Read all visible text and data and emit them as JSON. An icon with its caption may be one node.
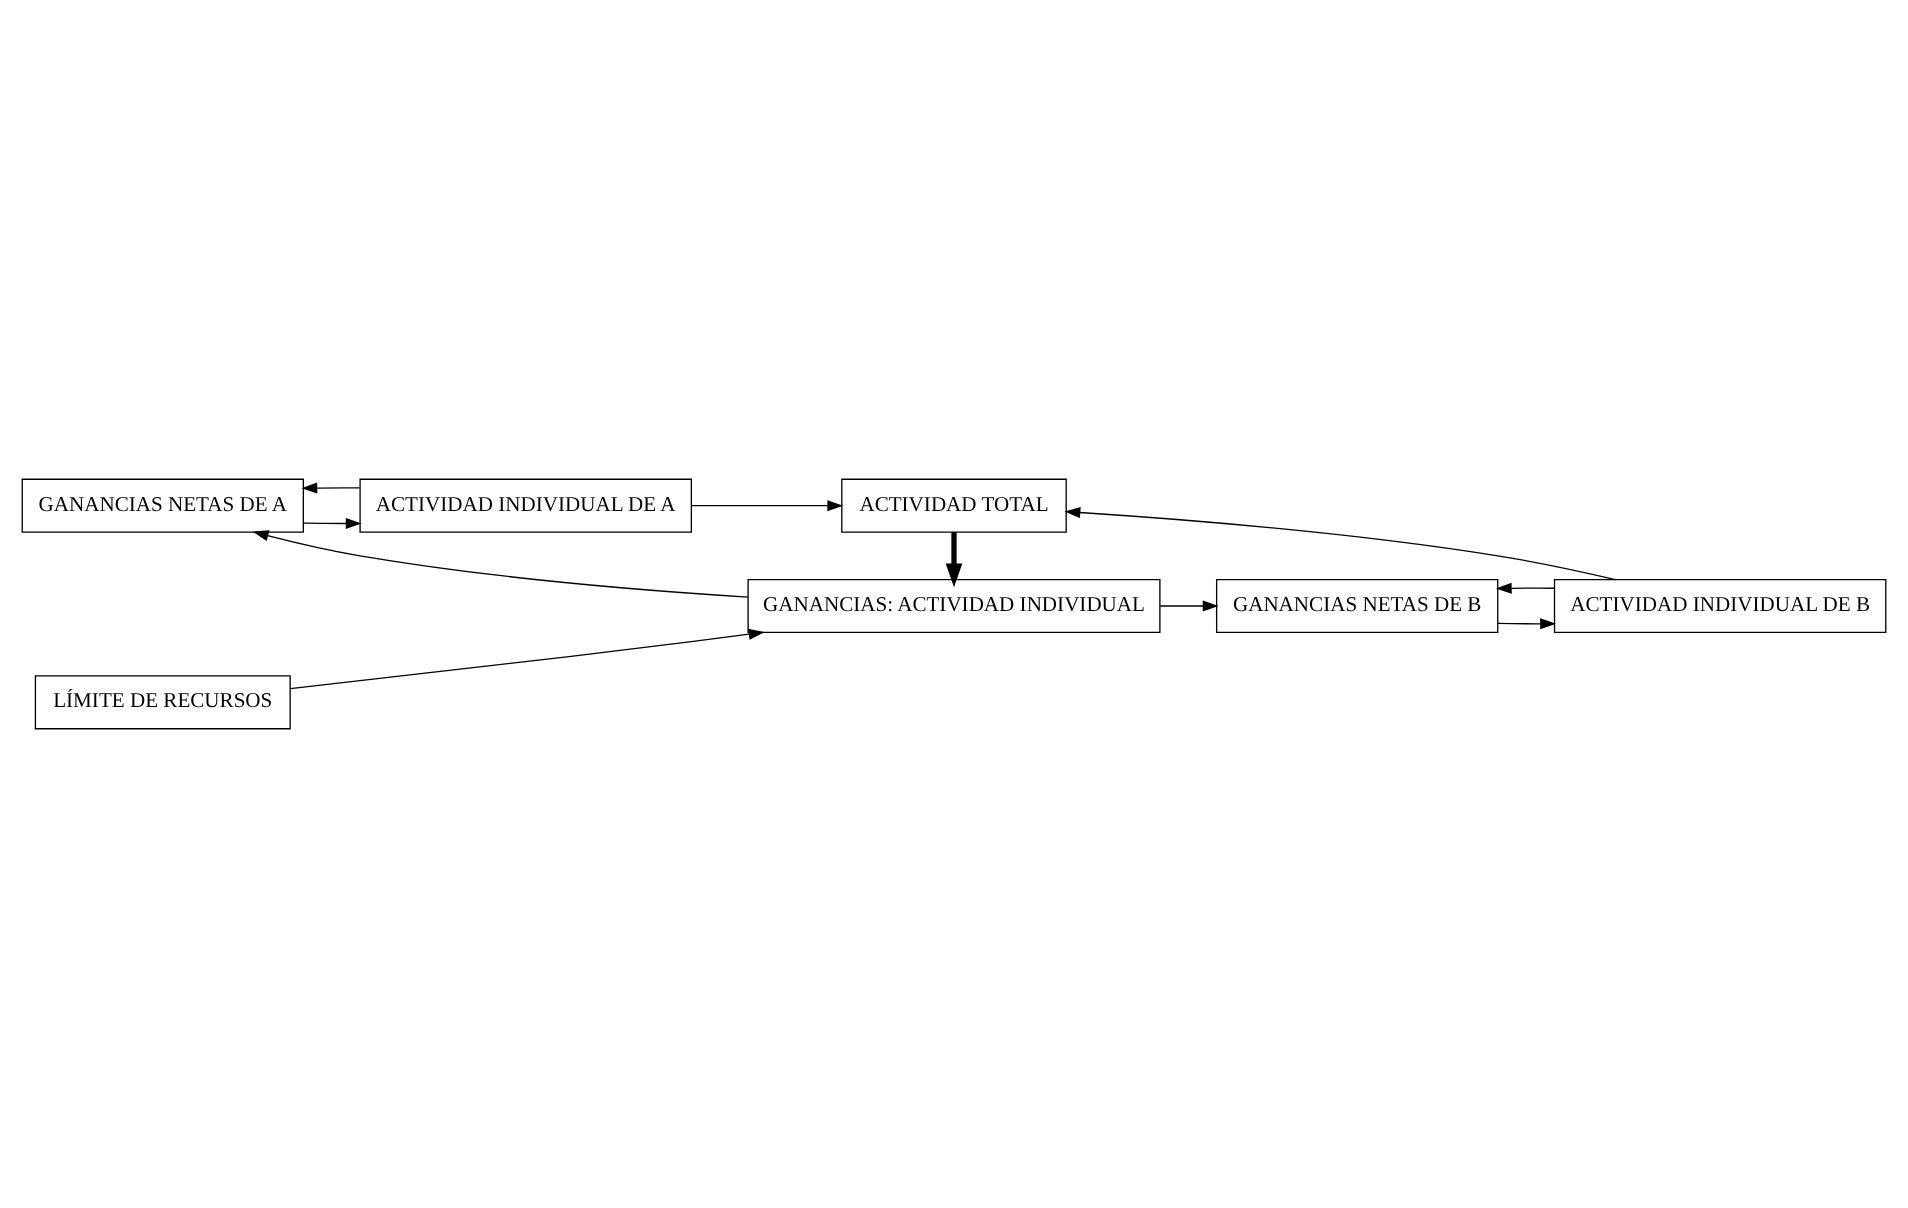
{
  "diagram": {
    "nodes": [
      {
        "text": [
          "GANANCIAS NETAS DE A"
        ]
      },
      {
        "text": [
          "LÍMITE DE RECURSOS"
        ]
      },
      {
        "text": [
          "ACTIVIDAD INDIVIDUAL DE A"
        ]
      },
      {
        "text": [
          "ACTIVIDAD TOTAL"
        ]
      },
      {
        "text": [
          "GANANCIAS: ACTIVIDAD INDIVIDUAL"
        ]
      },
      {
        "text": [
          "ACTIVIDAD INDIVIDUAL DE B"
        ]
      },
      {
        "text": [
          "GANANCIAS NETAS DE B"
        ]
      }
    ],
    "edges": [
      {
        "from": 0,
        "to": 2,
        "arrow": "to"
      },
      {
        "from": 2,
        "to": 0,
        "arrow": "to"
      },
      {
        "from": 2,
        "to": 3,
        "arrow": "to"
      },
      {
        "from": 4,
        "to": 0,
        "arrow": "to"
      },
      {
        "from": 1,
        "to": 4,
        "arrow": "to"
      },
      {
        "from": 3,
        "to": 4,
        "arrow": "to",
        "style": "thick"
      },
      {
        "from": 5,
        "to": 3,
        "arrow": "to"
      },
      {
        "from": 4,
        "to": 6,
        "arrow": "to"
      },
      {
        "from": 5,
        "to": 6,
        "arrow": "to"
      },
      {
        "from": 6,
        "to": 5,
        "arrow": "to"
      }
    ]
  }
}
